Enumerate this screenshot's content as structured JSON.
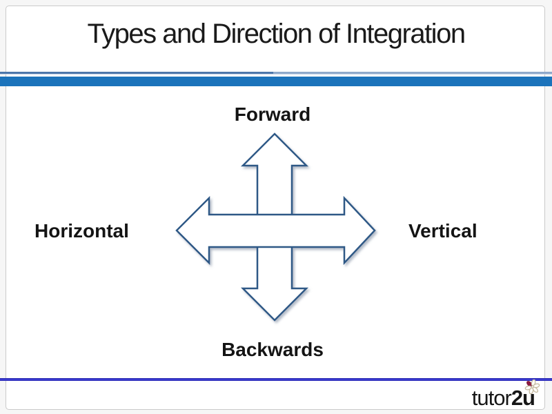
{
  "slide": {
    "title": "Types and Direction of Integration",
    "diagram": {
      "shape": "four-way-arrow",
      "top_label": "Forward",
      "bottom_label": "Backwards",
      "left_label": "Horizontal",
      "right_label": "Vertical"
    },
    "footer": {
      "logo_text_regular": "tutor",
      "logo_text_bold": "2u",
      "logo_icon": "flower-icon"
    },
    "colors": {
      "header_bar_blue": "#1b73bb",
      "header_line_left": "#4d77ab",
      "header_line_right": "#8fa9cb",
      "arrow_stroke": "#2d5986",
      "arrow_fill": "#ffffff",
      "footer_line_blue": "#3535cd",
      "logo_petal_maroon": "#8e1b40",
      "title_text": "#1a1a1a",
      "slide_border": "#c9c9c9"
    }
  }
}
